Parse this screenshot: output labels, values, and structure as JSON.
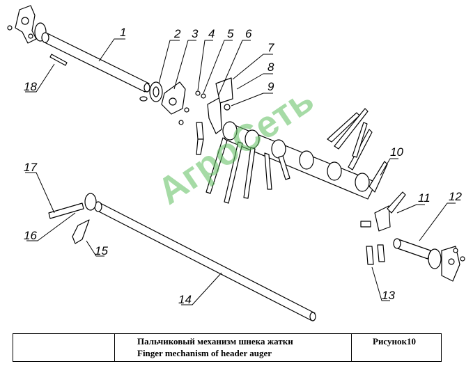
{
  "figure": {
    "callouts": [
      "1",
      "2",
      "3",
      "4",
      "5",
      "6",
      "7",
      "8",
      "9",
      "10",
      "11",
      "12",
      "13",
      "14",
      "15",
      "16",
      "17",
      "18"
    ]
  },
  "watermark": "АгроСеть",
  "title_block": {
    "title_ru": "Пальчиковый механизм шнека жатки",
    "title_en": "Finger mechanism of header auger",
    "figure_no": "Рисунок10"
  },
  "colors": {
    "line": "#000000",
    "watermark": "#5cbe5c"
  }
}
